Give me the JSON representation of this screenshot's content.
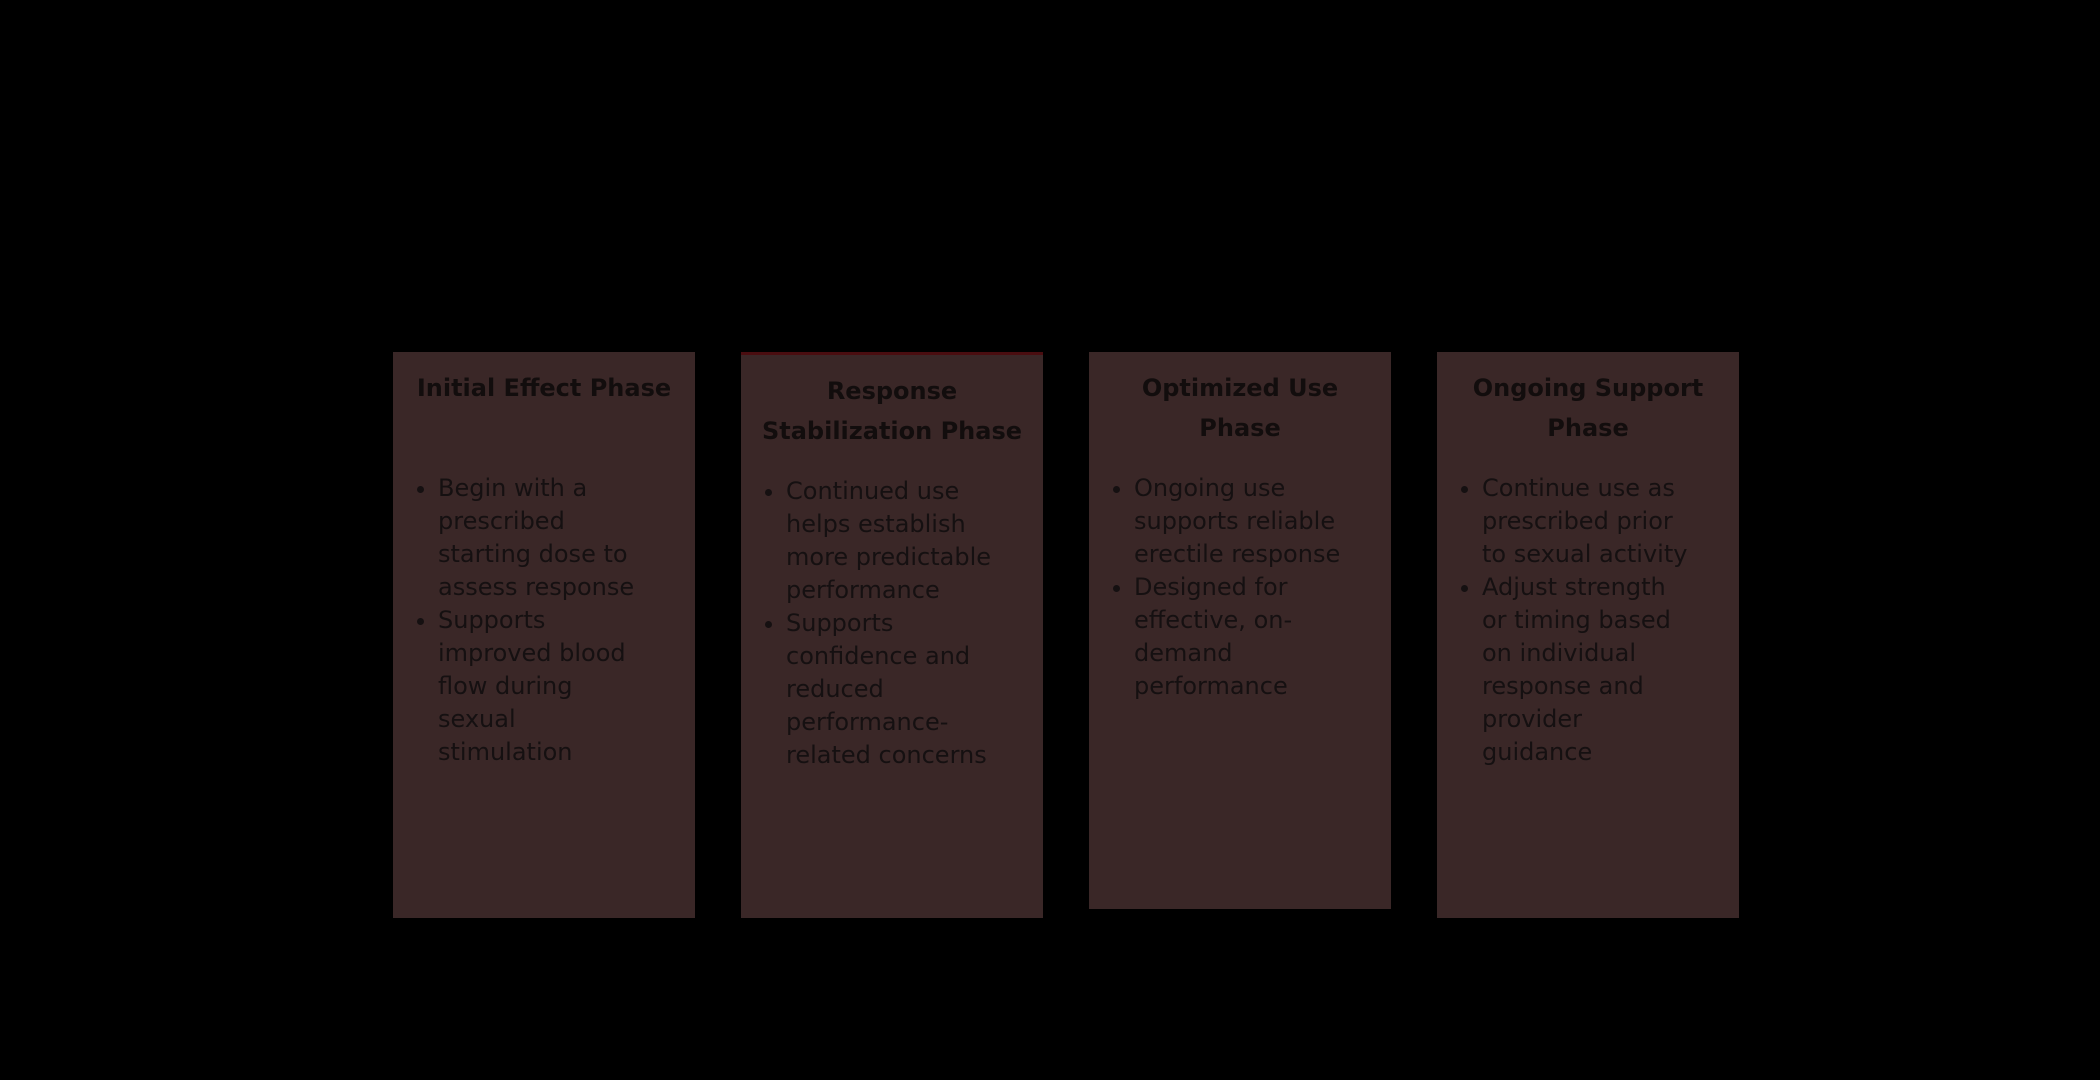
{
  "theme": {
    "background_color": "#000000",
    "card_color": "#3a2727",
    "card_accent_top_color": "#4a0d10",
    "text_color": "#151011"
  },
  "cards": [
    {
      "id": "initial-effect-phase",
      "title": "Initial Effect Phase",
      "bullets": [
        "Begin with a prescribed starting dose to assess response",
        "Supports improved blood flow during sexual stimulation"
      ]
    },
    {
      "id": "response-stabilization-phase",
      "title": "Response Stabilization Phase",
      "bullets": [
        "Continued use helps establish more predictable performance",
        "Supports confidence and reduced performance-related concerns"
      ]
    },
    {
      "id": "optimized-use-phase",
      "title": "Optimized Use Phase",
      "bullets": [
        "Ongoing use supports reliable erectile response",
        "Designed for effective, on-demand performance"
      ]
    },
    {
      "id": "ongoing-support-phase",
      "title": "Ongoing Support Phase",
      "bullets": [
        "Continue use as prescribed prior to sexual activity",
        "Adjust strength or timing based on individual response and provider guidance"
      ]
    }
  ]
}
